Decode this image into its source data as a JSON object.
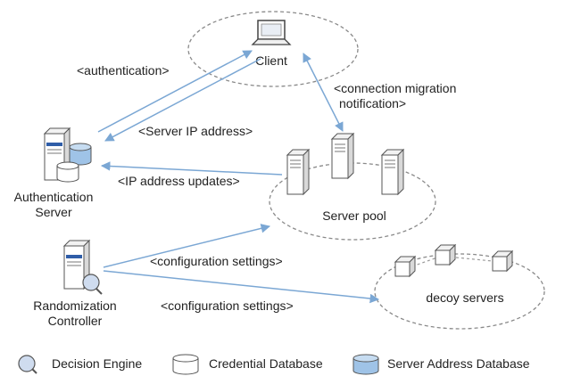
{
  "nodes": {
    "client": "Client",
    "auth_server": [
      "Authentication",
      "Server"
    ],
    "server_pool": "Server pool",
    "controller": [
      "Randomization",
      "Controller"
    ],
    "decoys": "decoy servers"
  },
  "edges": {
    "authentication": "<authentication>",
    "server_ip": "<Server IP address>",
    "migration": [
      "<connection migration",
      "notification>"
    ],
    "ip_updates": "<IP address updates>",
    "config_pool": "<configuration settings>",
    "config_decoy": "<configuration settings>"
  },
  "legend": {
    "decision_engine": "Decision Engine",
    "credential_db": "Credential Database",
    "server_address_db": "Server Address Database"
  },
  "colors": {
    "arrow": "#7ba7d4",
    "dash": "#8a8a8a",
    "server_face": "#ffffff",
    "server_side": "#d9d9d9",
    "server_stripe": "#2f5da8",
    "db_blue": "#9fc3e7",
    "lens": "#cfdcef"
  },
  "icons": [
    "laptop-icon",
    "server-icon",
    "database-icon",
    "magnifier-icon",
    "cube-icon"
  ]
}
